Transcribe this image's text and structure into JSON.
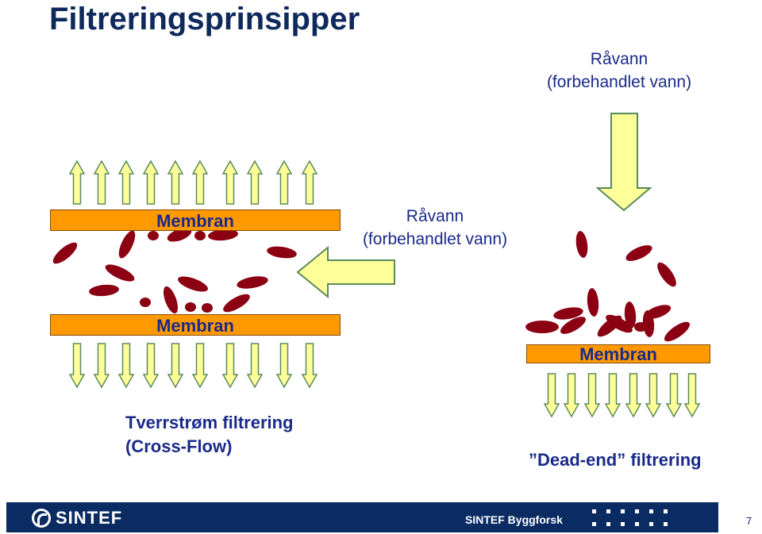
{
  "title": "Filtreringsprinsipper",
  "raw_water_top": {
    "line1": "Råvann",
    "line2": "(forbehandlet vann)"
  },
  "raw_water_middle": {
    "line1": "Råvann",
    "line2": "(forbehandlet vann)"
  },
  "membrane_labels": {
    "crossflow_top": "Membran",
    "crossflow_bottom": "Membran",
    "deadend": "Membran"
  },
  "crossflow_caption": {
    "line1": "Tverrstrøm filtrering",
    "line2": "(Cross-Flow)"
  },
  "deadend_caption": "”Dead-end” filtrering",
  "footer": {
    "logo": "SINTEF",
    "department": "SINTEF Byggforsk",
    "page": "7"
  },
  "colors": {
    "membrane": "#ff9900",
    "particle": "#8b0012",
    "arrow_fill": "#ffff99",
    "arrow_stroke": "#5a8a5a",
    "footer_bg": "#0b2c63",
    "title": "#0e2a5c"
  }
}
